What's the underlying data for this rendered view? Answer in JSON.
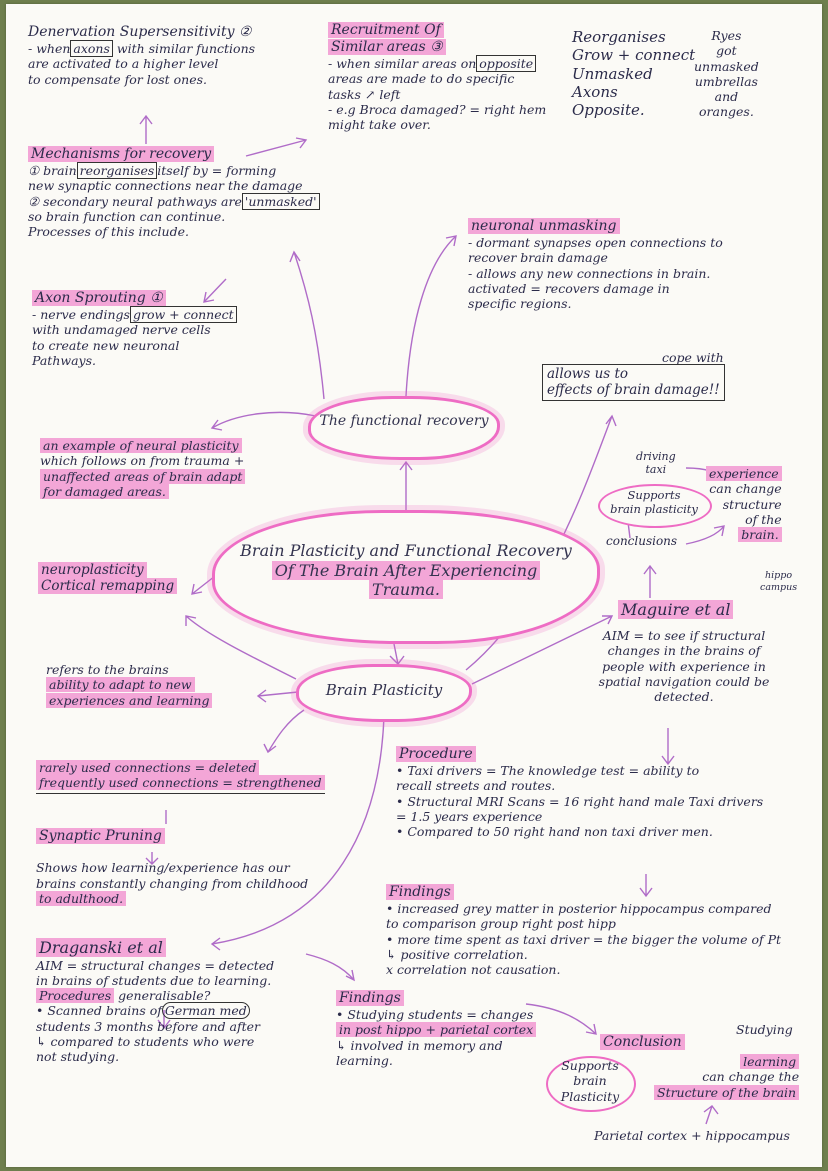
{
  "center": {
    "title_l1": "Brain Plasticity and Functional Recovery",
    "title_l2": "Of The Brain After Experiencing",
    "title_l3": "Trauma."
  },
  "functional_recovery_label": "The functional recovery",
  "brain_plasticity_label": "Brain Plasticity",
  "denervation": {
    "title": "Denervation Supersensitivity ②",
    "l1a": "- when",
    "l1b": "axons",
    "l1c": "with similar functions",
    "l2": "are activated to a higher level",
    "l3": "to compensate for lost ones."
  },
  "recruitment": {
    "title_l1": "Recruitment Of",
    "title_l2": "Similar areas ③",
    "l1a": "- when similar areas on",
    "l1b": "opposite",
    "l2": "areas are made to do specific",
    "l3": "tasks",
    "l3b": "↗ left",
    "l4": "- e.g Broca damaged? = right hem",
    "l5": "might take over."
  },
  "mnemonic": {
    "l1": "Reorganises",
    "l2": "Grow + connect",
    "l3": "Unmasked",
    "l4": "Axons",
    "l5": "Opposite.",
    "r1": "Ryes",
    "r2": "got",
    "r3": "unmasked",
    "r4": "umbrellas",
    "r5": "and",
    "r6": "oranges."
  },
  "mechanisms": {
    "title": "Mechanisms for recovery",
    "l1a": "① brain",
    "l1b": "reorganises",
    "l1c": "itself by = forming",
    "l2": "new synaptic connections near the damage",
    "l3a": "② secondary neural pathways are",
    "l3b": "'unmasked'",
    "l4": "so brain function can continue.",
    "l5": "Processes of this include."
  },
  "axon": {
    "title": "Axon Sprouting ①",
    "l1a": "- nerve endings",
    "l1b": "grow + connect",
    "l2": "with undamaged nerve cells",
    "l3": "to create new neuronal",
    "l4": "Pathways."
  },
  "unmasking": {
    "title": "neuronal unmasking",
    "l1": "- dormant synapses open connections to",
    "l2": "recover brain damage",
    "l3": "- allows any new connections in brain.",
    "l4": "activated = recovers damage in",
    "l5": "specific regions."
  },
  "cope": {
    "small": "cope with",
    "l1": "allows us to",
    "l2": "effects of brain damage!!"
  },
  "example": {
    "l1": "an example of neural plasticity",
    "l2": "which follows on from trauma +",
    "l3": "unaffected areas of brain adapt",
    "l4": "for damaged areas."
  },
  "neuroplasticity": {
    "l1": "neuroplasticity",
    "l2": "Cortical remapping"
  },
  "refers": {
    "l1": "refers to the brains",
    "l2": "ability to adapt to new",
    "l3": "experiences and learning"
  },
  "connections": {
    "l1": "rarely used connections = deleted",
    "l2": "frequently used connections = strengthened"
  },
  "pruning": {
    "title": "Synaptic Pruning",
    "l1": "Shows how learning/experience has our",
    "l2": "brains constantly changing from childhood",
    "l3": "to adulthood."
  },
  "draganski": {
    "title": "Draganski et al",
    "aim_l1": "AIM = structural changes = detected",
    "aim_l2": "in brains of students due to learning.",
    "gen": "generalisable?",
    "proc_title": "Procedures",
    "p1a": "• Scanned brains of",
    "p1b": "German med",
    "p2": "students 3 months before and after",
    "p3": "↳ compared to students who were",
    "p4": "not studying.",
    "find_title": "Findings",
    "f1": "• Studying students = changes",
    "f2": "in post hippo + parietal cortex",
    "f3": "↳ involved in memory and",
    "f4": "learning.",
    "conc_title": "Conclusion",
    "c1": "Supports",
    "c2": "brain",
    "c3": "Plasticity",
    "c_r0": "Studying",
    "c_r1": "learning",
    "c_r2": "can change the",
    "c_r3": "Structure of the brain",
    "c_r4": "Parietal cortex + hippocampus"
  },
  "maguire": {
    "title": "Maguire et al",
    "aim_l1": "AIM = to see if structural",
    "aim_l2": "changes in the brains of",
    "aim_l3": "people with experience in",
    "aim_l4": "spatial navigation could be",
    "aim_l5": "detected.",
    "driving": "driving",
    "taxi": "taxi",
    "supports_l1": "Supports",
    "supports_l2": "brain plasticity",
    "conclusions": "conclusions",
    "exp_l1": "experience",
    "exp_l2": "can change",
    "exp_l3": "structure",
    "exp_l4": "of the",
    "exp_l5": "brain.",
    "hippo_l1": "hippo",
    "hippo_l2": "campus",
    "proc_title": "Procedure",
    "p1": "• Taxi drivers = The knowledge test = ability to",
    "p2": "recall streets and routes.",
    "p3": "• Structural MRI Scans = 16 right hand male Taxi drivers",
    "p4": "= 1.5 years experience",
    "p5": "• Compared to 50 right hand non taxi driver men.",
    "find_title": "Findings",
    "f1": "• increased grey matter in posterior hippocampus compared",
    "f2": "to comparison group",
    "f2r": "right post hipp",
    "f3": "• more time spent as taxi driver = the bigger the volume of Pt",
    "f4": "↳ positive correlation.",
    "f5": "x correlation not causation."
  }
}
